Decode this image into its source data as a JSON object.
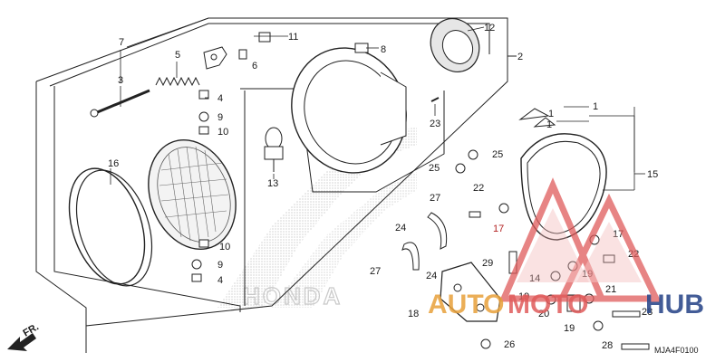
{
  "diagram": {
    "code": "MJA4F0100",
    "fr_label": "FR.",
    "brand_watermark": "HONDA",
    "logo_left": "AUTO",
    "logo_mid": "MOTO",
    "logo_right": "HUB",
    "logo_left_color": "#e8a13a",
    "logo_mid_color": "#e05b5b",
    "logo_right_color": "#2f4b8c",
    "callouts": {
      "c1a": "1",
      "c1b": "1",
      "c1c": "1",
      "c2": "2",
      "c3": "3",
      "c4a": "4",
      "c4b": "4",
      "c5": "5",
      "c6": "6",
      "c7": "7",
      "c8": "8",
      "c9a": "9",
      "c9b": "9",
      "c10a": "10",
      "c10b": "10",
      "c11": "11",
      "c12": "12",
      "c13": "13",
      "c14": "14",
      "c15": "15",
      "c16": "16",
      "c17a": "17",
      "c17b": "17",
      "c18": "18",
      "c19a": "19",
      "c19b": "19",
      "c19c": "19",
      "c20": "20",
      "c21": "21",
      "c22a": "22",
      "c22b": "22",
      "c23": "23",
      "c24a": "24",
      "c24b": "24",
      "c25a": "25",
      "c25b": "25",
      "c26": "26",
      "c27a": "27",
      "c27b": "27",
      "c28a": "28",
      "c28b": "28",
      "c29": "29"
    }
  }
}
